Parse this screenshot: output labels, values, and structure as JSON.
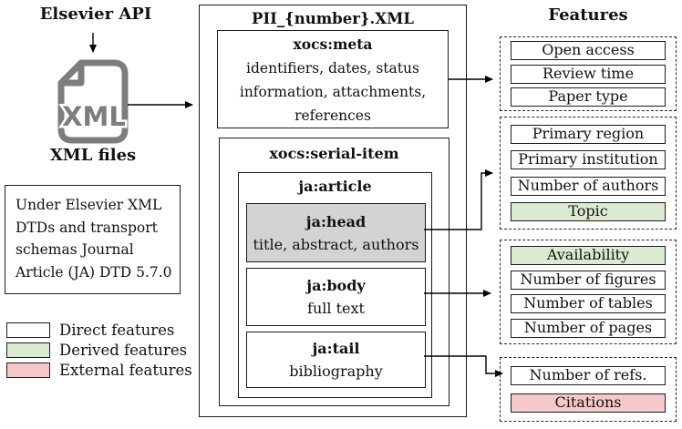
{
  "left": {
    "api_label": "Elsevier API",
    "xml_icon_label": "XML",
    "files_label": "XML files",
    "dtd_note_lines": [
      "Under Elsevier XML",
      "DTDs and transport",
      "schemas Journal",
      "Article (JA) DTD 5.7.0"
    ],
    "legend": [
      {
        "label": "Direct features",
        "color": "#ffffff"
      },
      {
        "label": "Derived features",
        "color": "#dcead2"
      },
      {
        "label": "External features",
        "color": "#f5c9ca"
      }
    ]
  },
  "center": {
    "file_title": "PII_{number}.XML",
    "meta": {
      "title": "xocs:meta",
      "desc_lines": [
        "identifiers, dates, status",
        "information, attachments,",
        "references"
      ]
    },
    "serial_item_title": "xocs:serial-item",
    "article_title": "ja:article",
    "sections": {
      "head": {
        "title": "ja:head",
        "desc": "title, abstract, authors",
        "fill": "#d3d3d3"
      },
      "body": {
        "title": "ja:body",
        "desc": "full text",
        "fill": "#ffffff"
      },
      "tail": {
        "title": "ja:tail",
        "desc": "bibliography",
        "fill": "#ffffff"
      }
    }
  },
  "features": {
    "title": "Features",
    "groups": [
      {
        "items": [
          {
            "label": "Open access",
            "type": "direct",
            "color": "#ffffff"
          },
          {
            "label": "Review time",
            "type": "direct",
            "color": "#ffffff"
          },
          {
            "label": "Paper type",
            "type": "direct",
            "color": "#ffffff"
          }
        ]
      },
      {
        "items": [
          {
            "label": "Primary region",
            "type": "direct",
            "color": "#ffffff"
          },
          {
            "label": "Primary institution",
            "type": "direct",
            "color": "#ffffff"
          },
          {
            "label": "Number of authors",
            "type": "direct",
            "color": "#ffffff"
          },
          {
            "label": "Topic",
            "type": "derived",
            "color": "#dcead2"
          }
        ]
      },
      {
        "items": [
          {
            "label": "Availability",
            "type": "derived",
            "color": "#dcead2"
          },
          {
            "label": "Number of figures",
            "type": "direct",
            "color": "#ffffff"
          },
          {
            "label": "Number of tables",
            "type": "direct",
            "color": "#ffffff"
          },
          {
            "label": "Number of pages",
            "type": "direct",
            "color": "#ffffff"
          }
        ]
      },
      {
        "items": [
          {
            "label": "Number of refs.",
            "type": "direct",
            "color": "#ffffff"
          },
          {
            "label": "Citations",
            "type": "external",
            "color": "#f5c9ca"
          }
        ]
      }
    ]
  },
  "colors": {
    "icon_gray": "#7d7d7d",
    "border": "#1b1b1b",
    "derived_green": "#dcead2",
    "external_pink": "#f5c9ca",
    "head_gray": "#d3d3d3"
  }
}
